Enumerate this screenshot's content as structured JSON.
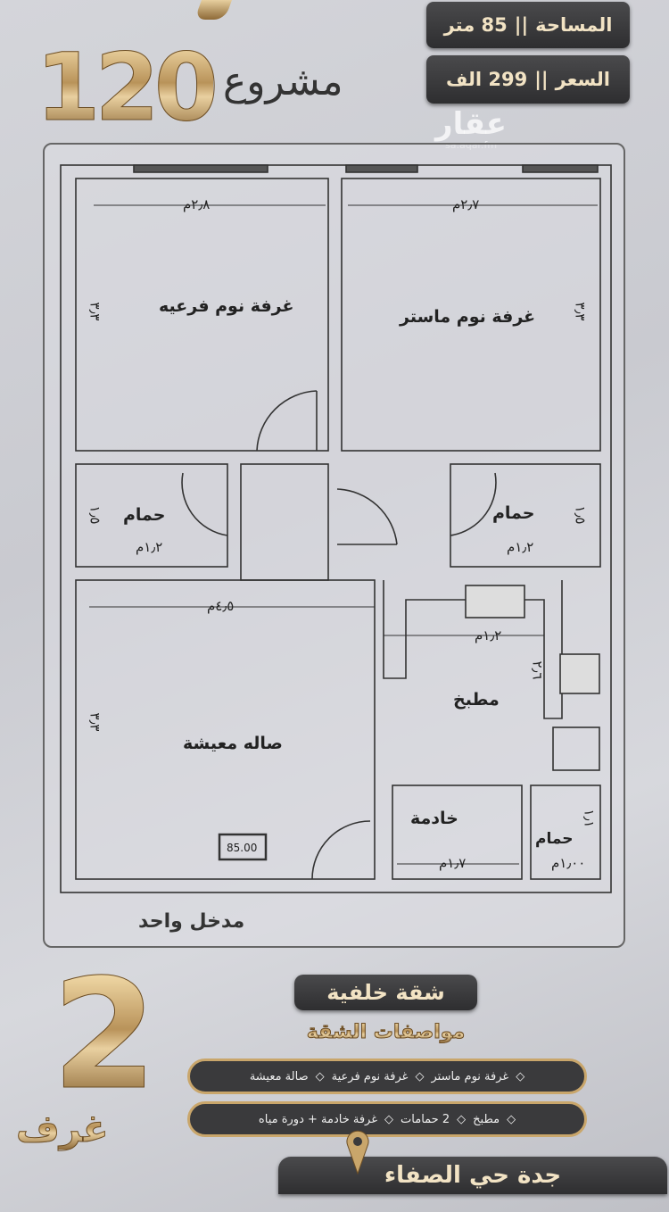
{
  "header": {
    "area_label": "المساحة",
    "area_value": "85 متر",
    "price_label": "السعر",
    "price_value": "299 الف",
    "separator": "||",
    "project_word": "مشروع",
    "project_number": "120",
    "watermark": "عقار",
    "watermark_url": "sa.aqar.fm"
  },
  "plan": {
    "rooms": {
      "secondary_bedroom": "غرفة نوم فرعيه",
      "master_bedroom": "غرفة نوم ماستر",
      "bath_left": "حمام",
      "bath_right": "حمام",
      "living": "صاله معيشة",
      "kitchen": "مطبخ",
      "maid": "خادمة",
      "maid_bath": "حمام"
    },
    "dims": {
      "secondary_width": "٢٫٨م",
      "master_width": "٢٫٧م",
      "secondary_height": "٣٫٣",
      "master_height": "٣٫٣",
      "bath_left_height": "١٫٥",
      "bath_left_width": "١٫٢م",
      "bath_right_height": "١٫٥",
      "bath_right_width": "١٫٢م",
      "living_width": "٤٫٥م",
      "living_height": "٣٫٣",
      "kitchen_width": "١٫٢م",
      "kitchen_height": "٢٫٦",
      "maid_width": "١٫٧م",
      "maid_bath_width": "١٫٠٠م",
      "maid_bath_height": "١٫١"
    },
    "area_tag": "85.00",
    "entrance": "مدخل واحد"
  },
  "footer": {
    "type": "شقة خلفية",
    "specs_title": "مواصفات الشقة",
    "features_row1": [
      "غرفة نوم ماستر",
      "غرفة نوم فرعية",
      "صالة معيشة"
    ],
    "features_row2": [
      "مطبخ",
      "2 حمامات",
      "غرفة خادمة + دورة مياه"
    ],
    "bullet": "◇",
    "rooms_number": "2",
    "rooms_word": "غرف",
    "location": "جدة حي الصفاء",
    "location_icon": "map-pin-icon"
  },
  "colors": {
    "gold": "#c9a66b",
    "dark": "#333335",
    "text_light": "#f2e3c4"
  }
}
